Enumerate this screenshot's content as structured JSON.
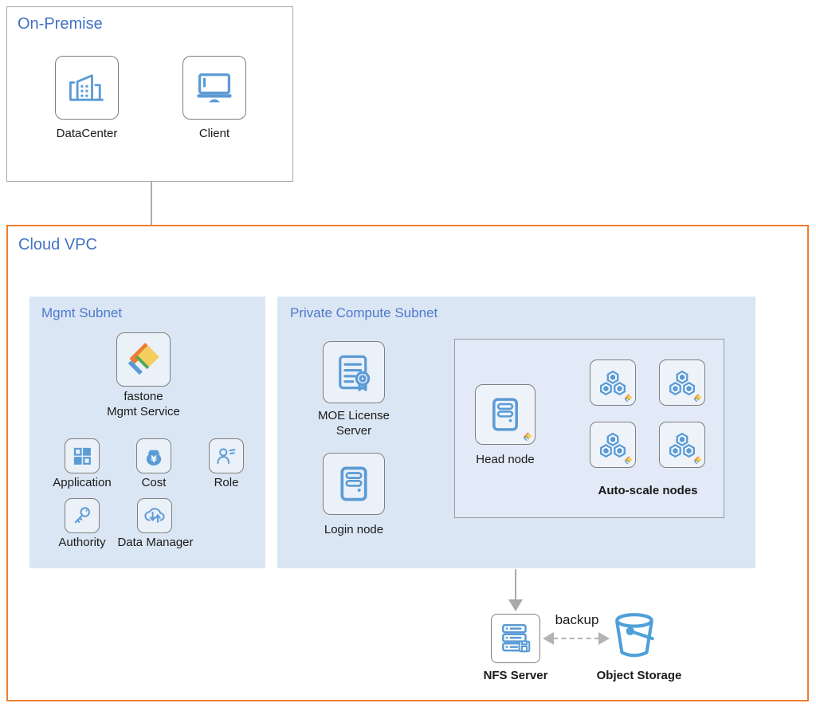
{
  "colors": {
    "accent_orange": "#ED7D31",
    "title_blue": "#4472C4",
    "icon_blue": "#5B9BD5",
    "subnet_bg": "#dbe6f4",
    "arrow_gray": "#ababab",
    "logo_orange": "#ED7D31",
    "logo_yellow": "#F5CE5F",
    "logo_green": "#52A85D",
    "logo_blue": "#5B9BD5"
  },
  "on_premise": {
    "title": "On-Premise",
    "datacenter_label": "DataCenter",
    "client_label": "Client"
  },
  "cloud_vpc": {
    "title": "Cloud VPC"
  },
  "mgmt_subnet": {
    "title": "Mgmt Subnet",
    "service_label_1": "fastone",
    "service_label_2": "Mgmt Service",
    "application_label": "Application",
    "cost_label": "Cost",
    "cost_symbol": "¥",
    "role_label": "Role",
    "authority_label": "Authority",
    "data_manager_label": "Data Manager"
  },
  "compute_subnet": {
    "title": "Private Compute Subnet",
    "moe_label_1": "MOE License",
    "moe_label_2": "Server",
    "login_label": "Login node",
    "head_label": "Head node",
    "autoscale_label": "Auto-scale nodes"
  },
  "storage": {
    "nfs_label": "NFS Server",
    "backup_label": "backup",
    "object_storage_label": "Object Storage"
  },
  "icons": {
    "datacenter": "buildings",
    "client": "desktop-monitor",
    "fastone": "fastone-logo",
    "application": "app-grid",
    "cost": "money-bag",
    "role": "person-list",
    "authority": "key",
    "data_manager": "cloud-transfer",
    "moe_license": "certificate-document",
    "server_node": "server-tower",
    "autoscale": "hexagon-cluster",
    "nfs": "storage-stack-save",
    "object_storage": "bucket"
  }
}
